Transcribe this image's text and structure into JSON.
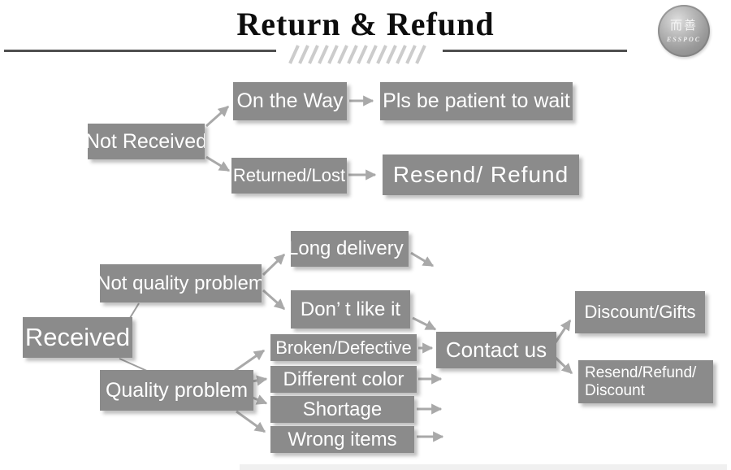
{
  "header": {
    "title": "Return & Refund",
    "logo": {
      "chinese_text": "而善",
      "brand_text": "ESSPOC"
    }
  },
  "colors": {
    "node_bg": "#8b8b8b",
    "node_text": "#ffffff",
    "arrow": "#a9a9a9",
    "connector_line": "#9e9e9e",
    "title_text": "#0d0d0d",
    "divider": "#4f4f4f",
    "hatch": "#cccccc"
  },
  "nodes": {
    "not_received": "Not Received",
    "on_the_way": "On the Way",
    "pls_be_patient": "Pls be patient to wait",
    "returned_lost": "Returned/Lost",
    "resend_refund": "Resend/ Refund",
    "received": "Received",
    "not_quality_problem": "Not quality problem",
    "long_delivery": "Long delivery",
    "dont_like_it": "Don’ t like it",
    "quality_problem": "Quality problem",
    "broken_defective": "Broken/Defective",
    "different_color": "Different color",
    "shortage": "Shortage",
    "wrong_items": "Wrong items",
    "contact_us": "Contact us",
    "discount_gifts": "Discount/Gifts",
    "resend_refund_discount_line1": "Resend/Refund/",
    "resend_refund_discount_line2": "Discount"
  },
  "edges": [
    {
      "from": "not_received",
      "to": "on_the_way"
    },
    {
      "from": "not_received",
      "to": "returned_lost"
    },
    {
      "from": "on_the_way",
      "to": "pls_be_patient"
    },
    {
      "from": "returned_lost",
      "to": "resend_refund"
    },
    {
      "from": "received",
      "to": "not_quality_problem"
    },
    {
      "from": "received",
      "to": "quality_problem"
    },
    {
      "from": "not_quality_problem",
      "to": "long_delivery"
    },
    {
      "from": "not_quality_problem",
      "to": "dont_like_it"
    },
    {
      "from": "quality_problem",
      "to": "broken_defective"
    },
    {
      "from": "quality_problem",
      "to": "different_color"
    },
    {
      "from": "quality_problem",
      "to": "shortage"
    },
    {
      "from": "quality_problem",
      "to": "wrong_items"
    },
    {
      "from": "dont_like_it",
      "to": "contact_us"
    },
    {
      "from": "broken_defective",
      "to": "contact_us"
    },
    {
      "from": "contact_us",
      "to": "discount_gifts"
    },
    {
      "from": "contact_us",
      "to": "resend_refund_discount"
    }
  ]
}
